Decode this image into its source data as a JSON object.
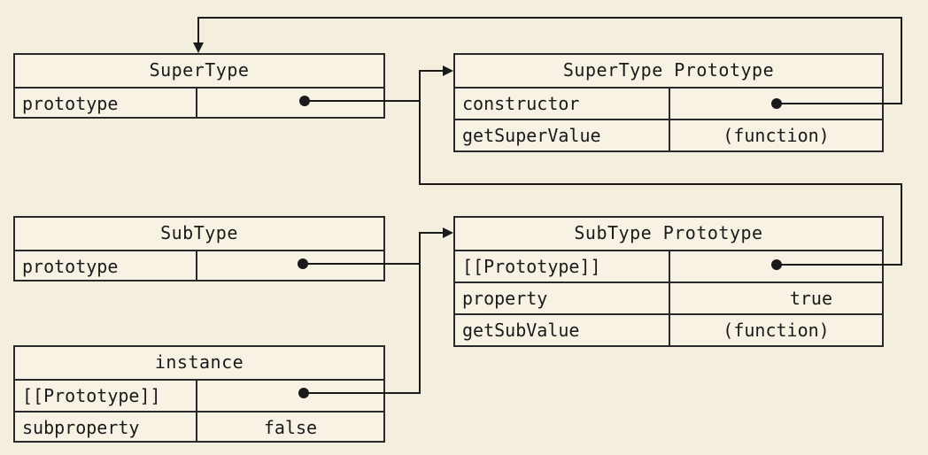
{
  "objects": {
    "supertype": {
      "title": "SuperType",
      "rows": [
        {
          "name": "prototype",
          "value": ""
        }
      ]
    },
    "supertype_prototype": {
      "title": "SuperType Prototype",
      "rows": [
        {
          "name": "constructor",
          "value": ""
        },
        {
          "name": "getSuperValue",
          "value": "(function)"
        }
      ]
    },
    "subtype": {
      "title": "SubType",
      "rows": [
        {
          "name": "prototype",
          "value": ""
        }
      ]
    },
    "subtype_prototype": {
      "title": "SubType Prototype",
      "rows": [
        {
          "name": "[[Prototype]]",
          "value": ""
        },
        {
          "name": "property",
          "value": "true"
        },
        {
          "name": "getSubValue",
          "value": "(function)"
        }
      ]
    },
    "instance": {
      "title": "instance",
      "rows": [
        {
          "name": "[[Prototype]]",
          "value": ""
        },
        {
          "name": "subproperty",
          "value": "false"
        }
      ]
    }
  },
  "colors": {
    "background": "#f4eedf",
    "line": "#1a1a1a"
  }
}
